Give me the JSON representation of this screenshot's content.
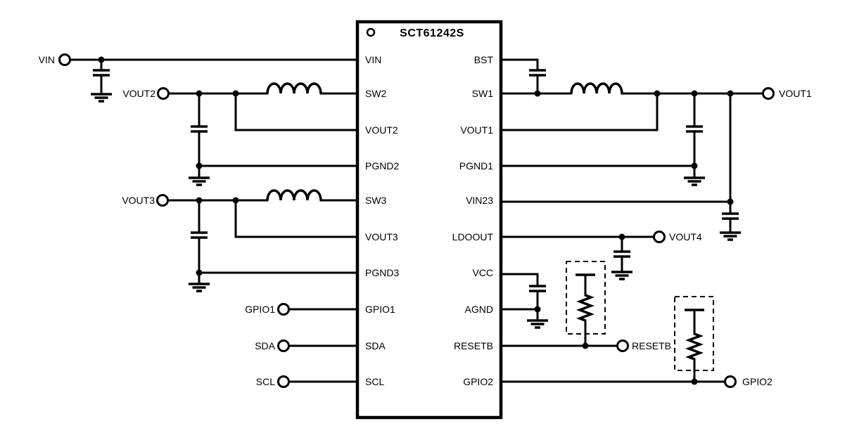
{
  "diagram": {
    "type": "typical-application-schematic",
    "colors": {
      "line": "#000000",
      "text": "#000000",
      "background": "#ffffff"
    }
  },
  "chip": {
    "title": "SCT61242S",
    "left_pins": [
      "VIN",
      "SW2",
      "VOUT2",
      "PGND2",
      "SW3",
      "VOUT3",
      "PGND3",
      "GPIO1",
      "SDA",
      "SCL"
    ],
    "right_pins": [
      "BST",
      "SW1",
      "VOUT1",
      "PGND1",
      "VIN23",
      "LDOOUT",
      "VCC",
      "AGND",
      "RESETB",
      "GPIO2"
    ]
  },
  "terminals": {
    "vin": "VIN",
    "vout2": "VOUT2",
    "vout3": "VOUT3",
    "gpio1": "GPIO1",
    "sda": "SDA",
    "scl": "SCL",
    "vout1": "VOUT1",
    "vout4": "VOUT4",
    "resetb": "RESETB",
    "gpio2": "GPIO2"
  }
}
